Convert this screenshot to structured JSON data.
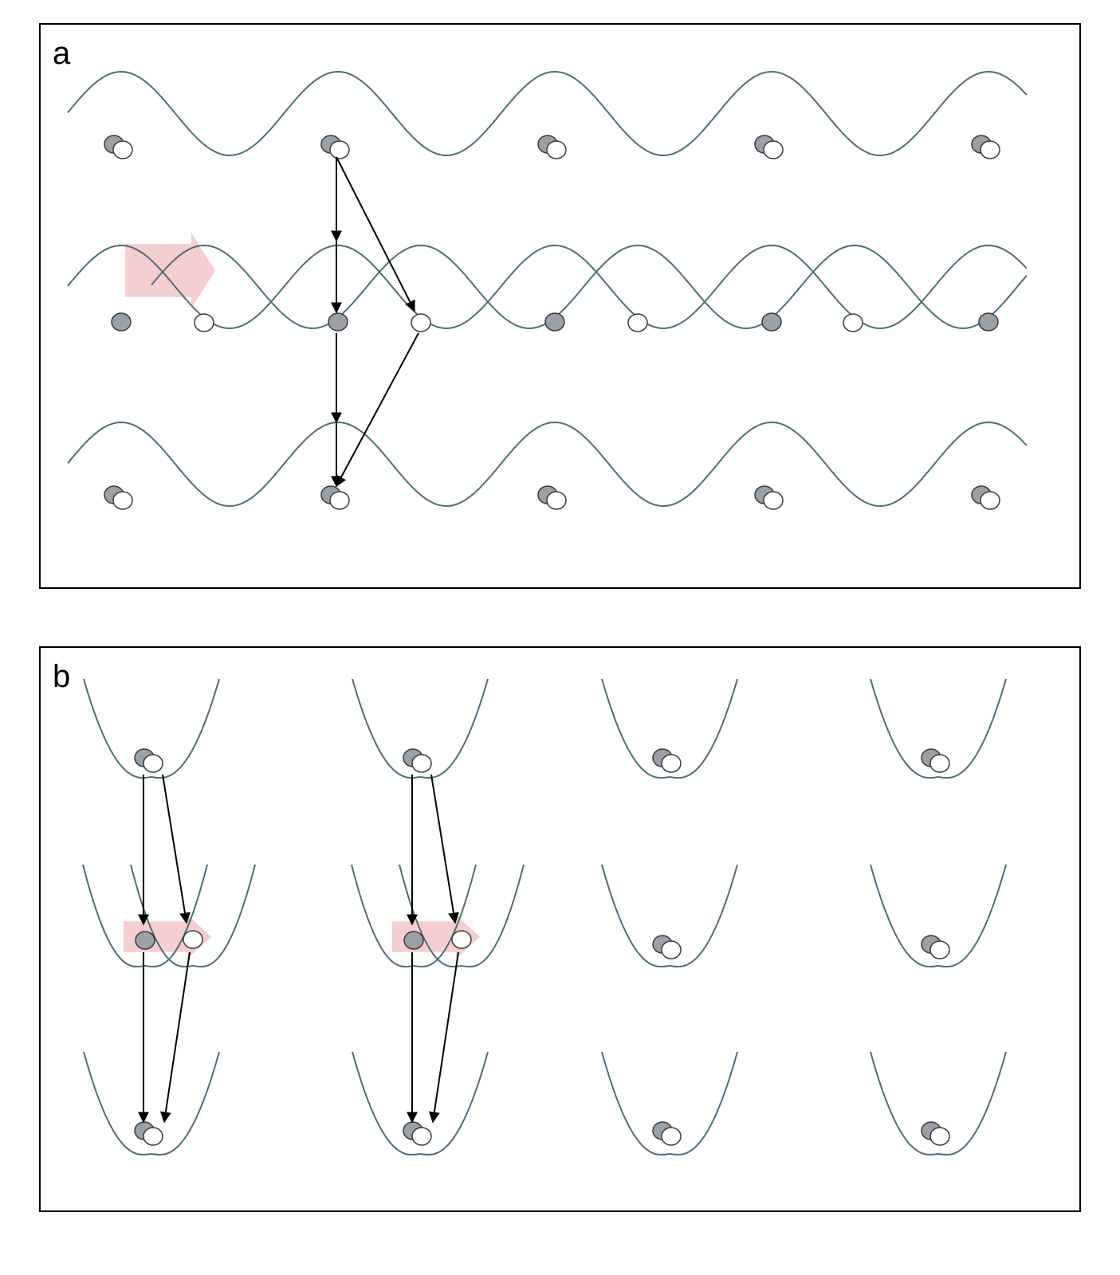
{
  "figure": {
    "panels": [
      {
        "id": "a",
        "label": "a"
      },
      {
        "id": "b",
        "label": "b"
      }
    ]
  },
  "colors": {
    "potential": "#4f6e72",
    "arrow": "#000000",
    "species_a": "#9aa0a5",
    "species_b": "#ffffff",
    "shift_arrow": "#f2c6c9",
    "frame": "#000000"
  }
}
